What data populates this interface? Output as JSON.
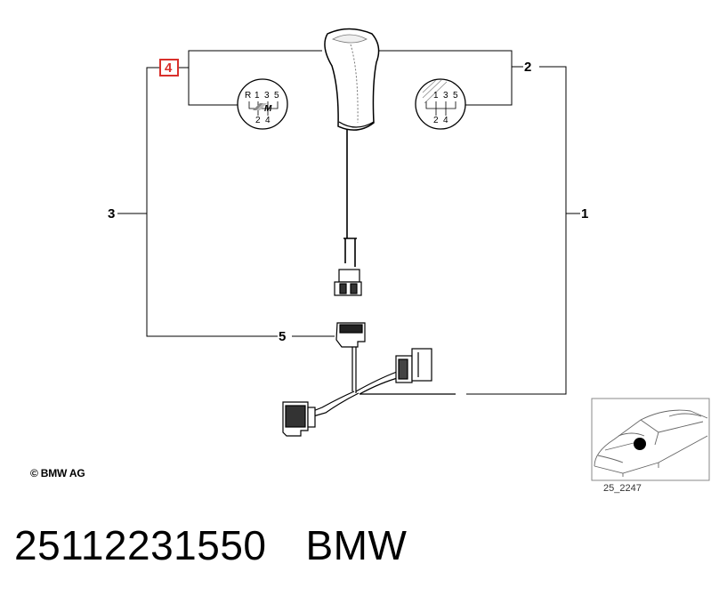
{
  "callouts": {
    "c1": "1",
    "c2": "2",
    "c3": "3",
    "c4": "4",
    "c5": "5"
  },
  "shift_patterns": {
    "left": {
      "top": [
        "R",
        "1",
        "3",
        "5"
      ],
      "bottom": [
        "2",
        "4"
      ],
      "logo": "M"
    },
    "right": {
      "top": [
        "1",
        "3",
        "5"
      ],
      "bottom": [
        "2",
        "4"
      ]
    }
  },
  "highlight_color": "#d9302c",
  "copyright": "© BMW AG",
  "reference_code": "25_2247",
  "footer": {
    "part_number": "25112231550",
    "brand": "BMW"
  }
}
